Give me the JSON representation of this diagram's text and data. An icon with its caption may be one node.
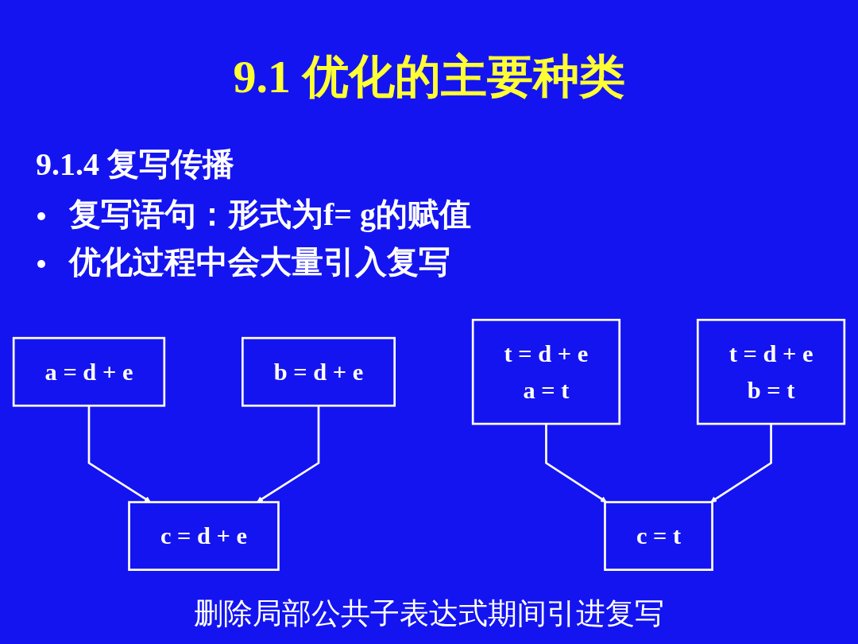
{
  "diagram": {
    "title": "9.1 优化的主要种类",
    "nodes": [
      {
        "text": [
          "a = d + e"
        ]
      },
      {
        "text": [
          "b = d + e"
        ]
      },
      {
        "text": [
          "c = d + e"
        ]
      },
      {
        "text": [
          "t = d + e",
          "a = t"
        ]
      },
      {
        "text": [
          "t = d + e",
          "b = t"
        ]
      },
      {
        "text": [
          "c = t"
        ]
      }
    ],
    "edges": [
      {
        "from": 0,
        "to": 2,
        "arrow": "to"
      },
      {
        "from": 1,
        "to": 2,
        "arrow": "to"
      },
      {
        "from": 3,
        "to": 5,
        "arrow": "to"
      },
      {
        "from": 4,
        "to": 5,
        "arrow": "to"
      }
    ],
    "labels": [
      "9.1.4 复写传播",
      "复写语句：形式为f= g的赋值",
      "优化过程中会大量引入复写"
    ],
    "caption": "删除局部公共子表达式期间引进复写"
  }
}
